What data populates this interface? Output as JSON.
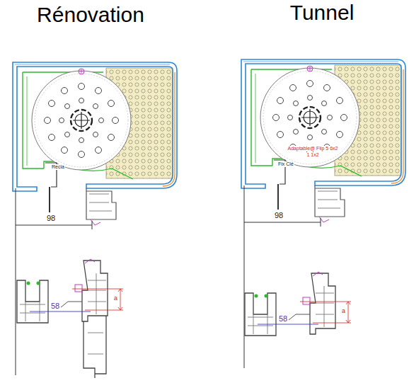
{
  "diagram": {
    "labels": [
      "Rénovation",
      "Tunnel",
      "Recia",
      "98",
      "58",
      "a",
      "Adaptable@ Flip 5 6x2",
      "1 1x2",
      "Fix Clé",
      "98",
      "58",
      "a"
    ]
  }
}
